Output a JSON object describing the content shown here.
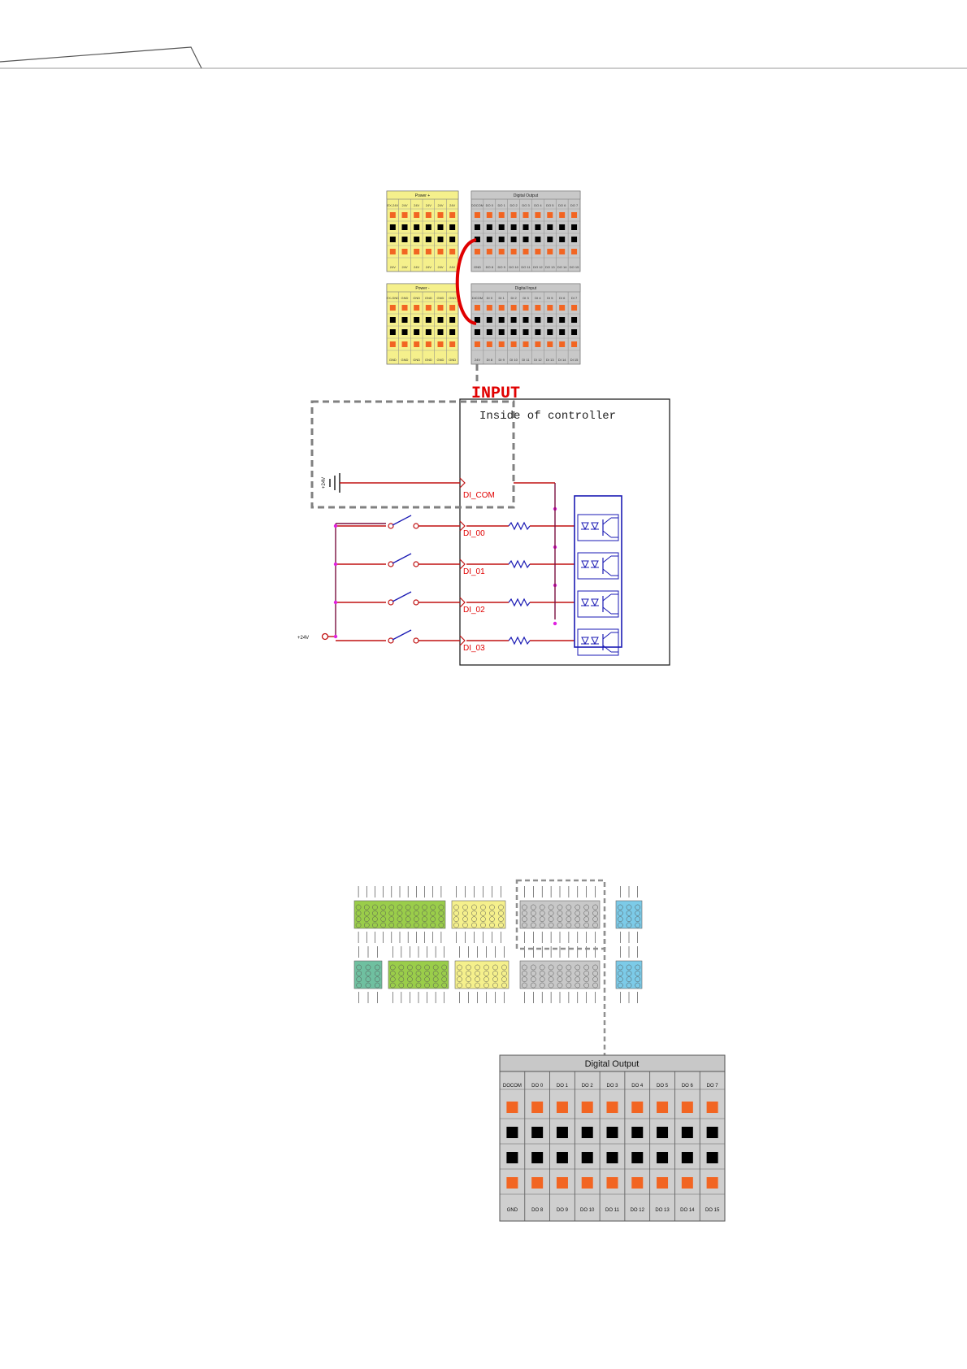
{
  "top_diagram": {
    "power_plus": {
      "title": "Power +",
      "top_labels": [
        "EX-24V",
        "24V",
        "24V",
        "24V",
        "24V",
        "24V"
      ],
      "bottom_labels": [
        "24V",
        "24V",
        "24V",
        "24V",
        "24V",
        "24V"
      ]
    },
    "digital_output": {
      "title": "Digital Output",
      "top_labels": [
        "DOCOM",
        "DO 0",
        "DO 1",
        "DO 2",
        "DO 3",
        "DO 4",
        "DO 5",
        "DO 6",
        "DO 7"
      ],
      "bottom_labels": [
        "GND",
        "DO 8",
        "DO 9",
        "DO 10",
        "DO 11",
        "DO 12",
        "DO 13",
        "DO 14",
        "DO 15"
      ]
    },
    "power_minus": {
      "title": "Power -",
      "top_labels": [
        "EX-GND",
        "GND",
        "GND",
        "GND",
        "GND",
        "GND"
      ],
      "bottom_labels": [
        "GND",
        "GND",
        "GND",
        "GND",
        "GND",
        "GND"
      ]
    },
    "digital_input": {
      "title": "Digital Input",
      "top_labels": [
        "DICOM",
        "DI 0",
        "DI 1",
        "DI 2",
        "DI 3",
        "DI 4",
        "DI 5",
        "DI 6",
        "DI 7"
      ],
      "bottom_labels": [
        "24V",
        "DI 8",
        "DI 9",
        "DI 10",
        "DI 11",
        "DI 12",
        "DI 13",
        "DI 14",
        "DI 15"
      ]
    }
  },
  "schematic": {
    "input_label": "INPUT",
    "controller_label": "Inside of controller",
    "ground_label": "+24V",
    "supply_label": "+24V",
    "signals": [
      "DI_COM",
      "DI_00",
      "DI_01",
      "DI_02",
      "DI_03"
    ]
  },
  "bottom_detail": {
    "title": "Digital Output",
    "top_labels": [
      "DOCOM",
      "DO 0",
      "DO 1",
      "DO 2",
      "DO 3",
      "DO 4",
      "DO 5",
      "DO 6",
      "DO 7"
    ],
    "bottom_labels": [
      "GND",
      "DO 8",
      "DO 9",
      "DO 10",
      "DO 11",
      "DO 12",
      "DO 13",
      "DO 14",
      "DO 15"
    ]
  },
  "colors": {
    "orange": "#f26522",
    "yellow": "#f5f08c",
    "gray": "#c8c8c8",
    "wire_red": "#e00000",
    "wire_blue": "#1a1ab4",
    "magenta": "#e020e0",
    "green": "#9acd4a",
    "teal": "#6fc0a0",
    "cyan": "#7ccbe8"
  }
}
